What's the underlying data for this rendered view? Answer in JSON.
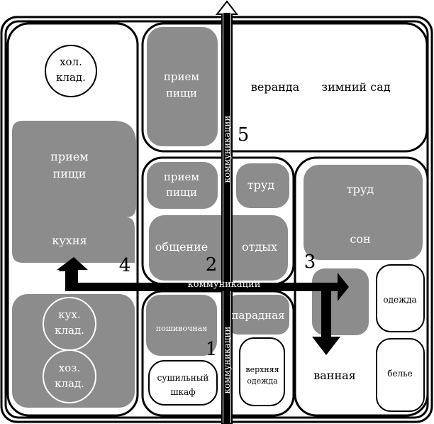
{
  "zones": {
    "kitchen_block": {
      "cold_storage": [
        "хол.",
        "клад."
      ],
      "dining": [
        "прием",
        "пищи"
      ],
      "kitchen": "кухня",
      "kitchen_storage": [
        "кух.",
        "клад."
      ],
      "household_storage": [
        "хоз.",
        "клад."
      ]
    },
    "top_block": {
      "dining": [
        "прием",
        "пищи"
      ],
      "veranda": "веранда",
      "winter_garden": "зимний сад"
    },
    "center_block": {
      "dining": [
        "прием",
        "пищи"
      ],
      "work": "труд",
      "socializing": "общение",
      "rest": "отдых"
    },
    "right_block": {
      "work": "труд",
      "sleep": "сон",
      "clothing": "одежда",
      "linen": "белье",
      "bathroom": "ванная"
    },
    "entry_block": {
      "custom_workroom": "пошивочная",
      "front_hall": "парадная",
      "outerwear": [
        "верхняя",
        "одежда"
      ],
      "drying_closet": [
        "сушильный",
        "шкаф"
      ]
    }
  },
  "communications": {
    "vertical_label": "коммуникации",
    "horizontal_label": "коммуникации",
    "entry_label": "коммуникации"
  },
  "zone_numbers": [
    "1",
    "2",
    "3",
    "4",
    "5"
  ],
  "colors": {
    "zone_fill": "#8c8c8c",
    "outline": "#000000",
    "background": "#ffffff"
  }
}
